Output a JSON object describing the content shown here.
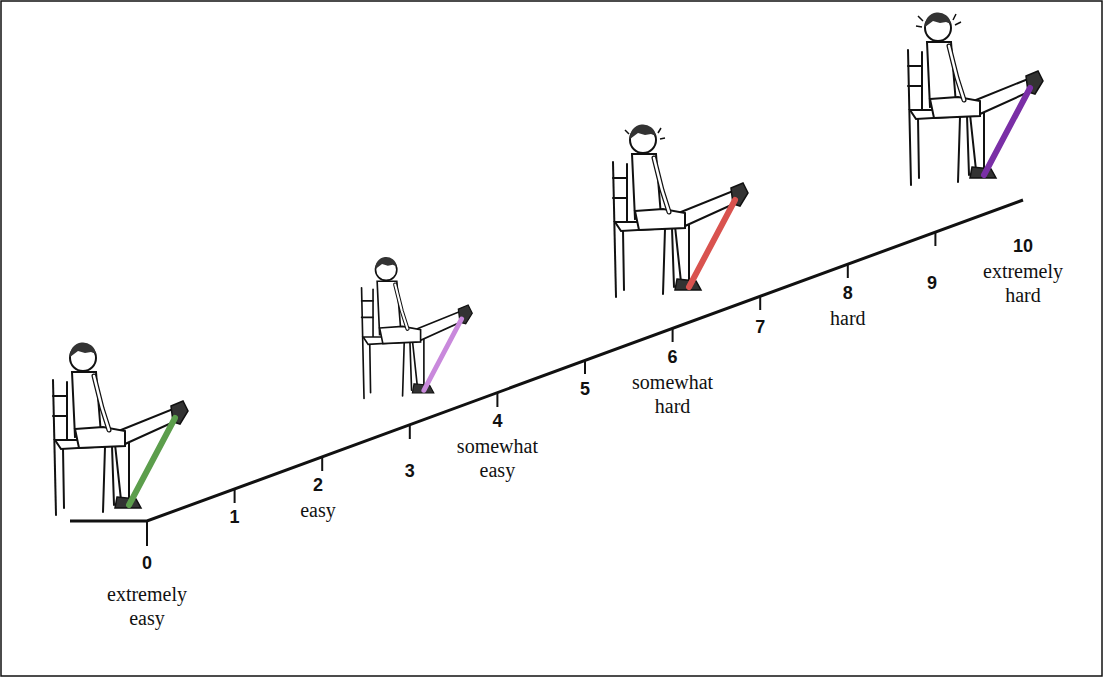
{
  "diagram": {
    "labels": [
      "0",
      "extremely easy",
      "1",
      "2",
      "easy",
      "3",
      "4",
      "somewhat easy",
      "5",
      "6",
      "somewhat hard",
      "7",
      "8",
      "hard",
      "9",
      "10",
      "extremely hard"
    ]
  }
}
